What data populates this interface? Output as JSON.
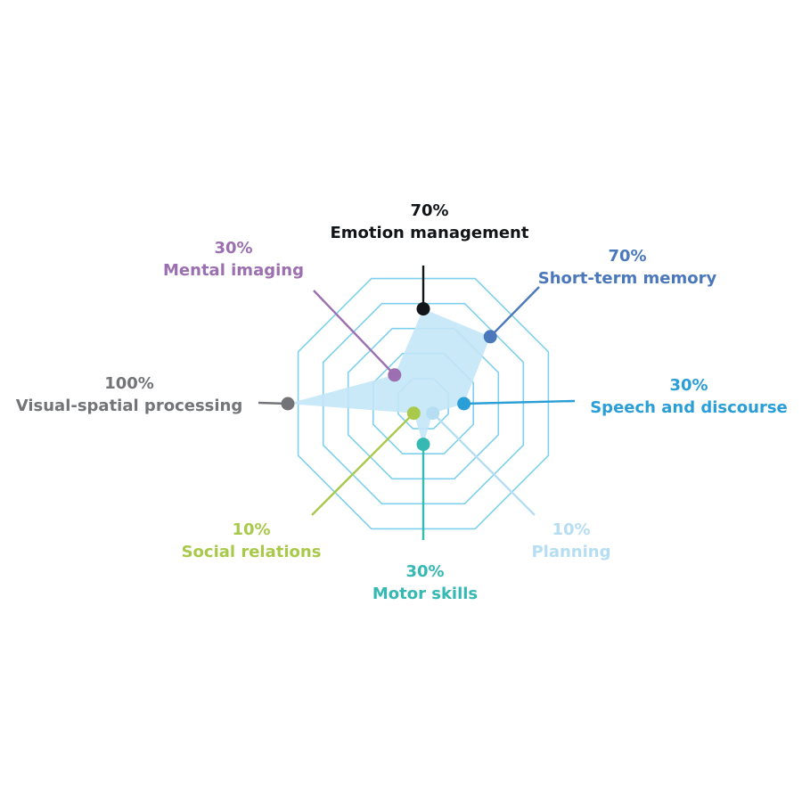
{
  "chart_data": {
    "type": "radar",
    "max": 100,
    "rings": 5,
    "axes": [
      {
        "name": "Emotion management",
        "value": 70,
        "value_label": "70%",
        "color": "#111418"
      },
      {
        "name": "Short-term memory",
        "value": 70,
        "value_label": "70%",
        "color": "#4a78bb"
      },
      {
        "name": "Speech and discourse",
        "value": 30,
        "value_label": "30%",
        "color": "#2a9ed6"
      },
      {
        "name": "Planning",
        "value": 10,
        "value_label": "10%",
        "color": "#b6def2"
      },
      {
        "name": "Motor skills",
        "value": 30,
        "value_label": "30%",
        "color": "#36b8b3"
      },
      {
        "name": "Social relations",
        "value": 10,
        "value_label": "10%",
        "color": "#a9c94b"
      },
      {
        "name": "Visual-spatial processing",
        "value": 100,
        "value_label": "100%",
        "color": "#727477"
      },
      {
        "name": "Mental imaging",
        "value": 30,
        "value_label": "30%",
        "color": "#9b6fb0"
      }
    ],
    "fill_color": "#c3e6f7",
    "grid_color": "#7fd0ec"
  }
}
